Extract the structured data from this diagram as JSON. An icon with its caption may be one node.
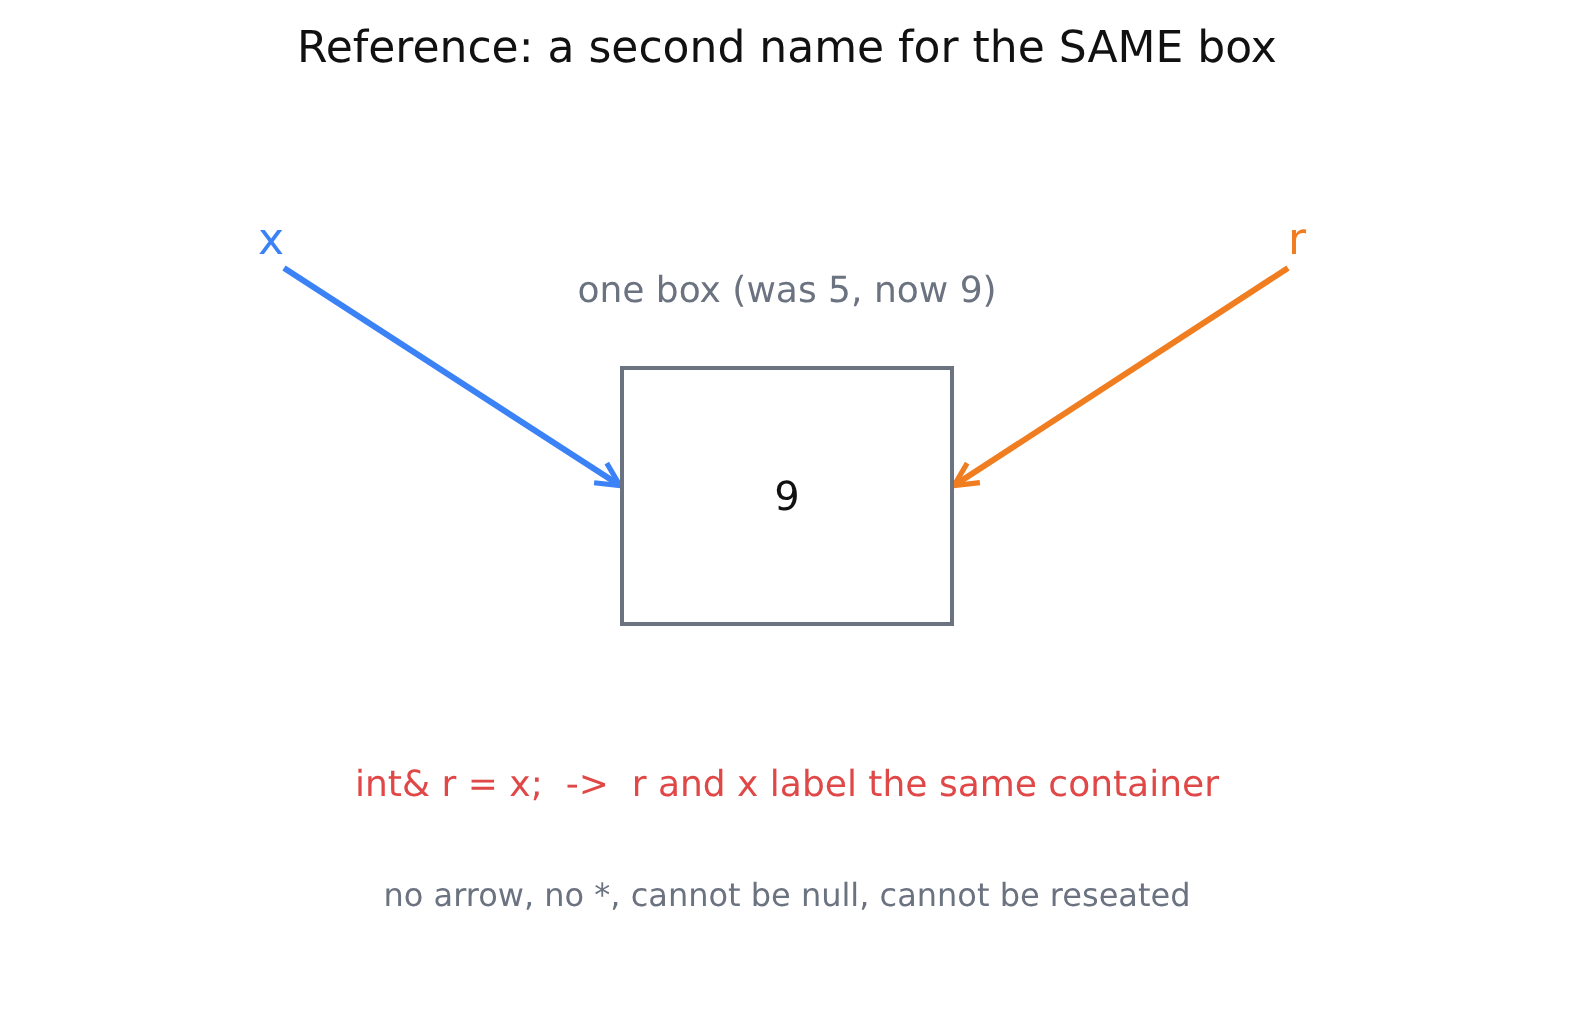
{
  "diagram": {
    "title": "Reference: a second name for the SAME box",
    "nodes": [
      {
        "text": [
          "x"
        ]
      },
      {
        "text": [
          "r"
        ]
      },
      {
        "text": [
          "9"
        ],
        "beside": [
          "one box (was 5, now 9)"
        ]
      }
    ],
    "edges": [
      {
        "from": 0,
        "to": 2,
        "arrow": "to",
        "color": "#3b82f6"
      },
      {
        "from": 1,
        "to": 2,
        "arrow": "to",
        "color": "#f07d20"
      }
    ],
    "labels": [
      "int& r = x;  ->  r and x label the same container",
      "no arrow, no *, cannot be null, cannot be reseated"
    ]
  }
}
